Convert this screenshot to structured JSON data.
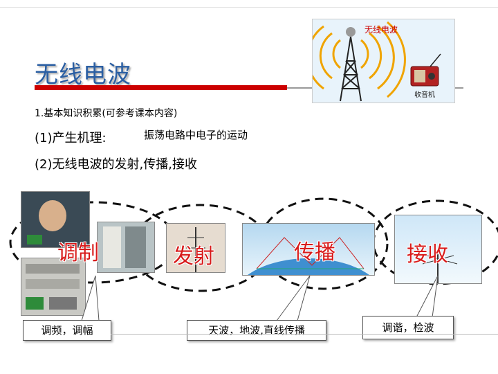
{
  "title": "无线电波",
  "lines": {
    "line1": "1.基本知识积累(可参考课本内容)",
    "line2_prefix": "(1)产生机理:",
    "line2_answer": "振荡电路中电子的运动",
    "line3": "(2)无线电波的发射,传播,接收"
  },
  "illustration": {
    "caption": "无线电波",
    "radio_label": "收音机"
  },
  "stages": [
    "调制",
    "发射",
    "传播",
    "接收"
  ],
  "callouts": {
    "modulation": "调频，调幅",
    "propagation": "天波，地波,直线传播",
    "reception": "调谐，检波"
  },
  "colors": {
    "title": "#2b5fa3",
    "accent_red": "#cc0000",
    "stage_label": "#d81b1b"
  }
}
